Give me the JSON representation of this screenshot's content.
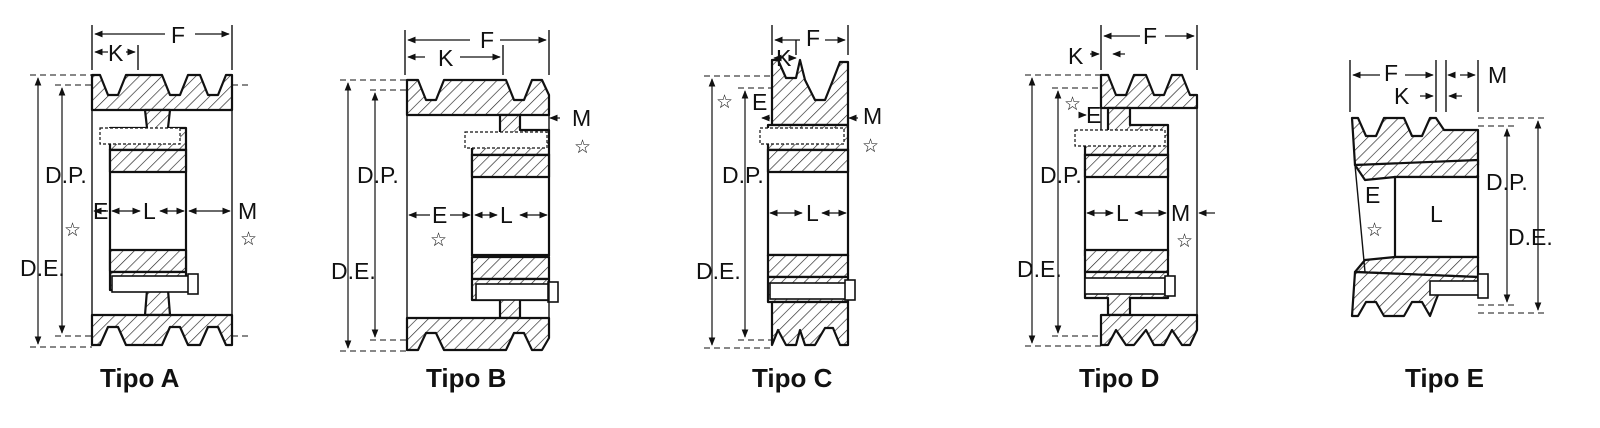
{
  "figures": [
    {
      "id": "a",
      "caption": "Tipo A",
      "labels": {
        "F": "F",
        "K": "K",
        "DP": "D.P.",
        "DE": "D.E.",
        "E": "E",
        "L": "L",
        "M": "M"
      },
      "star": "☆"
    },
    {
      "id": "b",
      "caption": "Tipo B",
      "labels": {
        "F": "F",
        "K": "K",
        "DP": "D.P.",
        "DE": "D.E.",
        "E": "E",
        "L": "L",
        "M": "M"
      },
      "star": "☆"
    },
    {
      "id": "c",
      "caption": "Tipo C",
      "labels": {
        "F": "F",
        "K": "K",
        "DP": "D.P.",
        "DE": "D.E.",
        "E": "E",
        "L": "L",
        "M": "M"
      },
      "star": "☆"
    },
    {
      "id": "d",
      "caption": "Tipo D",
      "labels": {
        "F": "F",
        "K": "K",
        "DP": "D.P.",
        "DE": "D.E.",
        "E": "E",
        "L": "L",
        "M": "M"
      },
      "star": "☆"
    },
    {
      "id": "e",
      "caption": "Tipo E",
      "labels": {
        "F": "F",
        "K": "K",
        "DP": "D.P.",
        "DE": "D.E.",
        "E": "E",
        "L": "L",
        "M": "M"
      },
      "star": "☆"
    }
  ]
}
